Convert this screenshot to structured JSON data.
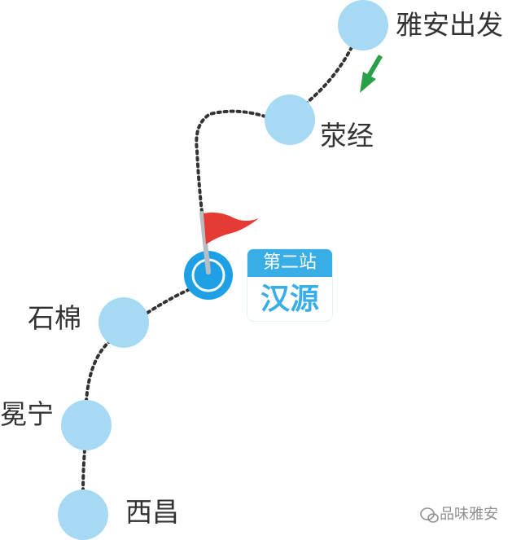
{
  "stations": [
    {
      "name": "雅安出发"
    },
    {
      "name": "荥经"
    },
    {
      "name": "石棉"
    },
    {
      "name": "冕宁"
    },
    {
      "name": "西昌"
    }
  ],
  "current_stop": {
    "badge": "第二站",
    "name": "汉源"
  },
  "watermark": "品味雅安",
  "colors": {
    "station": "#a6daf4",
    "current_ring": "#1ea0e6",
    "badge_blue": "#39aee6",
    "flag": "#e63a34",
    "arrow": "#2aa148",
    "route": "#333333"
  },
  "icons": [
    "station-node-icon",
    "current-location-icon",
    "red-flag-icon",
    "direction-arrow-icon",
    "wechat-logo-icon"
  ]
}
